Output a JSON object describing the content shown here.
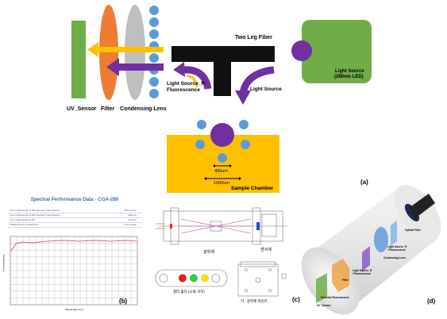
{
  "panel_a": {
    "uv_sensor_label": "UV_Sensor",
    "filter_label": "Filter",
    "condensing_lens_label": "Condensing Lens",
    "two_leg_fiber_label": "Two Leg Fiber",
    "light_source_r_label": "Light Source_R",
    "fluorescence_label": "Fluorescence",
    "light_source_label": "Light Source",
    "led_source_line1": "Light Source",
    "led_source_line2": "(280nm LED)",
    "dim_400": "400um",
    "dim_1000": "1000um",
    "sample_chamber_label": "Sample Chamber",
    "panel_label": "(a)"
  },
  "panel_b": {
    "title": "Spectral Performance Data - CGA-280",
    "spec_rows": [
      {
        "name": "Cut-on Wavelength at 50% Absolute Transmittance",
        "value": "280 +/-5 nm"
      },
      {
        "name": "Cut-on Wavelength at 80% Absolute Transmittance",
        "value": "≤290 nm"
      },
      {
        "name": "Cut-on Wavelength at 5%",
        "value": "≥270 nm"
      },
      {
        "name": "Thickness/Index of Refraction",
        "value": "1.0/(nominal)"
      }
    ],
    "ylabel": "% Transmittance",
    "xlabel": "Wavelength (nm)",
    "panel_label": "(b)"
  },
  "panel_c": {
    "label_optic": "광학계",
    "label_sensor": "센서계",
    "label_sample_holder": "필터 홀더 (시료 거치)",
    "label_optic_holder": "가 : 광학계 마운트",
    "panel_label": "(c)"
  },
  "panel_d": {
    "optical_fiber": "Optical Fiber",
    "light_source_r": "Light Source_R",
    "r_fluorescence": "+Fluorescence",
    "condensing_lens": "Condensing Lens",
    "ls_r2": "Light Source_R",
    "ls_f2": "+Fluorescence",
    "filter": "Filter",
    "selected_fluorescence": "Selected Fluorescence",
    "uv_sensor": "UV_Sensor",
    "panel_label": "(d)"
  },
  "colors": {
    "uv_sensor_green": "#6fad47",
    "filter_orange": "#ee7d31",
    "lens_gray": "#bdbdbd",
    "particle_blue": "#5b9bd5",
    "arrow_purple": "#7030a0",
    "arrow_yellow": "#ffc000",
    "sample_chamber": "#ffc000",
    "led_green": "#70ad47",
    "fiber_black": "#111111",
    "spec_title_blue": "#3b6cb0"
  }
}
